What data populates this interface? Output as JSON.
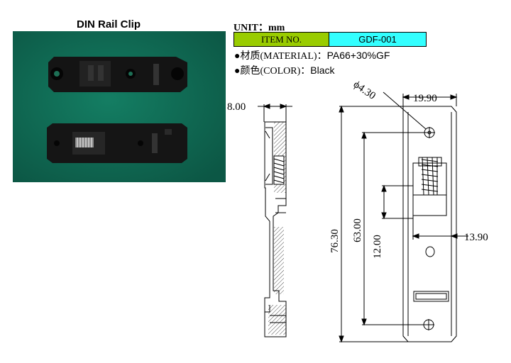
{
  "title": "DIN  Rail  Clip",
  "unit_label": "UNIT：mm",
  "spec": {
    "item_label": "ITEM NO.",
    "item_value": "GDF-001"
  },
  "material": {
    "bullet": "●",
    "label": "材质(MATERIAL)",
    "value": "：PA66+30%GF"
  },
  "color": {
    "bullet": "●",
    "label": "颜色(COLOR)",
    "value": "：Black"
  },
  "dimensions": {
    "side_width": "8.00",
    "hole_diameter": "ϕ4.30",
    "front_width": "19.90",
    "total_length": "76.30",
    "hole_spacing": "63.00",
    "slot_length": "12.00",
    "slider_width": "13.90"
  },
  "colors": {
    "background": "#ffffff",
    "photo_bg": "#0f6b55",
    "item_bg": "#99cc00",
    "value_bg": "#33ffff",
    "part": "#1b1b1b"
  }
}
